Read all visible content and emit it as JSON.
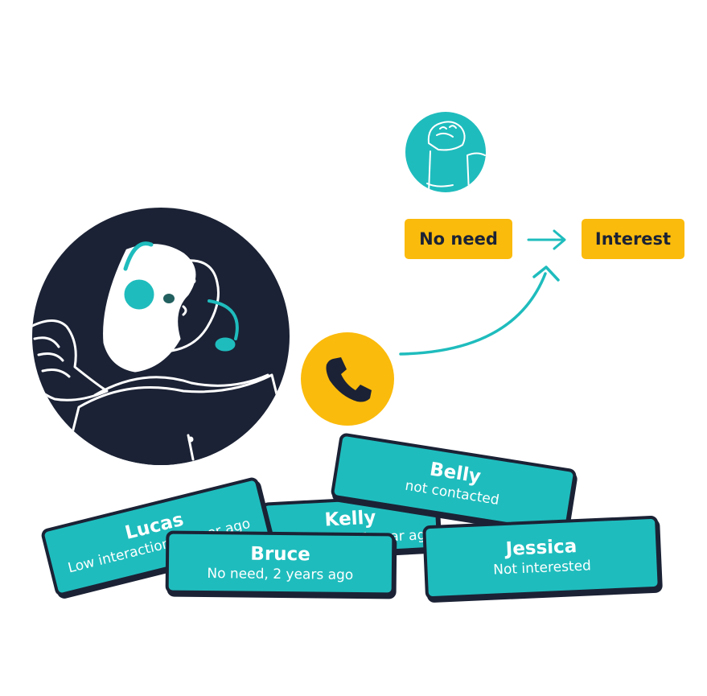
{
  "flow": {
    "from_label": "No need",
    "to_label": "Interest"
  },
  "contacts": [
    {
      "name": "Lucas",
      "status": "Low interaction, longer ago"
    },
    {
      "name": "Kelly",
      "status": "Low interest, 1 year ago"
    },
    {
      "name": "Belly",
      "status": "not contacted"
    },
    {
      "name": "Bruce",
      "status": "No need, 2 years ago"
    },
    {
      "name": "Jessica",
      "status": "Not interested"
    }
  ],
  "icons": {
    "call": "phone-icon",
    "arrow": "arrow-right-icon",
    "curve": "curved-arrow-icon"
  },
  "colors": {
    "navy": "#1b2235",
    "teal": "#1fbcbd",
    "yellow": "#fbbb0c",
    "white": "#ffffff"
  }
}
